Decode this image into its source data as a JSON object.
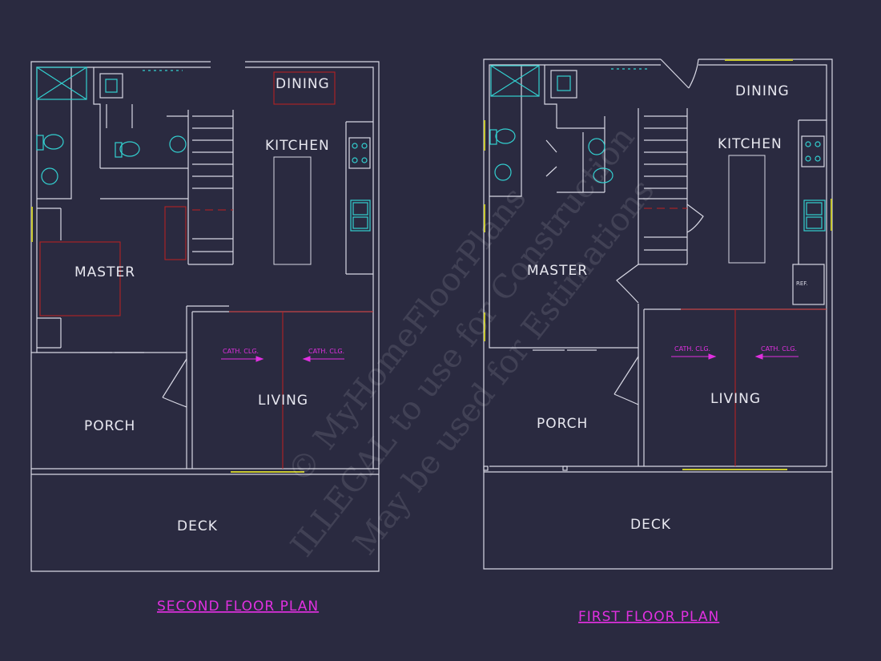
{
  "plans": {
    "second": {
      "title": "SECOND FLOOR PLAN",
      "rooms": {
        "dining": "DINING",
        "kitchen": "KITCHEN",
        "master": "MASTER",
        "living": "LIVING",
        "porch": "PORCH",
        "deck": "DECK"
      },
      "notes": {
        "cath_left": "CATH. CLG.",
        "cath_right": "CATH. CLG."
      }
    },
    "first": {
      "title": "FIRST FLOOR PLAN",
      "rooms": {
        "dining": "DINING",
        "kitchen": "KITCHEN",
        "master": "MASTER",
        "living": "LIVING",
        "porch": "PORCH",
        "deck": "DECK"
      },
      "notes": {
        "cath_left": "CATH. CLG.",
        "cath_right": "CATH. CLG.",
        "refrigerator": "REF."
      }
    }
  },
  "watermark": {
    "line1": "© MyHomeFloorPlans",
    "line2": "ILLEGAL to use for Construction",
    "line3": "May be used for Estimations"
  },
  "colors": {
    "background": "#2a2a40",
    "wall": "#d8d8e4",
    "fixture": "#33d0d0",
    "annotation": "#e030e0",
    "section_line": "#c02020",
    "window": "#c8c830"
  }
}
